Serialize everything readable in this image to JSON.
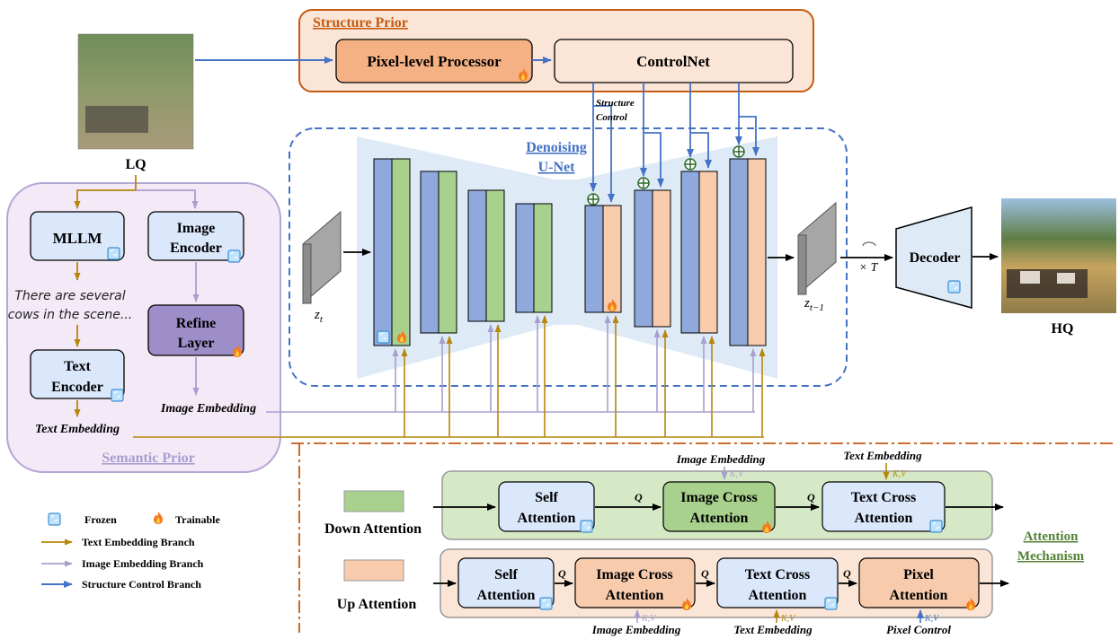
{
  "structure_prior": {
    "title": "Structure Prior",
    "pixel_processor": "Pixel-level Processor",
    "controlnet": "ControlNet",
    "structure_control_1": "Structure",
    "structure_control_2": "Control"
  },
  "semantic_prior": {
    "title": "Semantic Prior",
    "mllm": "MLLM",
    "image_encoder_1": "Image",
    "image_encoder_2": "Encoder",
    "caption_1": "There are several",
    "caption_2": "cows in the scene...",
    "text_encoder_1": "Text",
    "text_encoder_2": "Encoder",
    "refine_1": "Refine",
    "refine_2": "Layer",
    "text_embedding": "Text Embedding",
    "image_embedding": "Image Embedding"
  },
  "unet": {
    "title_1": "Denoising",
    "title_2": "U-Net",
    "z_in": "z",
    "z_in_sub": "t",
    "z_out": "z",
    "z_out_sub": "t−1",
    "loop_label": "× T",
    "decoder": "Decoder"
  },
  "io": {
    "lq": "LQ",
    "hq": "HQ"
  },
  "legend": {
    "frozen": "Frozen",
    "trainable": "Trainable",
    "text_branch": "Text Embedding Branch",
    "image_branch": "Image Embedding Branch",
    "structure_branch": "Structure Control Branch"
  },
  "attention": {
    "title_1": "Attention",
    "title_2": "Mechanism",
    "down_label": "Down Attention",
    "up_label": "Up Attention",
    "self_1": "Self",
    "self_2": "Attention",
    "img_cross_1": "Image Cross",
    "img_cross_2": "Attention",
    "text_cross_1": "Text Cross",
    "text_cross_2": "Attention",
    "pixel_1": "Pixel",
    "pixel_2": "Attention",
    "q": "Q",
    "kv": "K,V",
    "image_embedding": "Image Embedding",
    "text_embedding": "Text Embedding",
    "pixel_control": "Pixel Control"
  },
  "colors": {
    "blue_block": "#8fa9dc",
    "green_block": "#a9d18e",
    "peach_block": "#f8cbad",
    "structure_border": "#c55a11",
    "semantic_border": "#b4a7d6",
    "text_arrow": "#b8860b",
    "image_arrow": "#a89fd0",
    "structure_arrow": "#4472c4"
  }
}
